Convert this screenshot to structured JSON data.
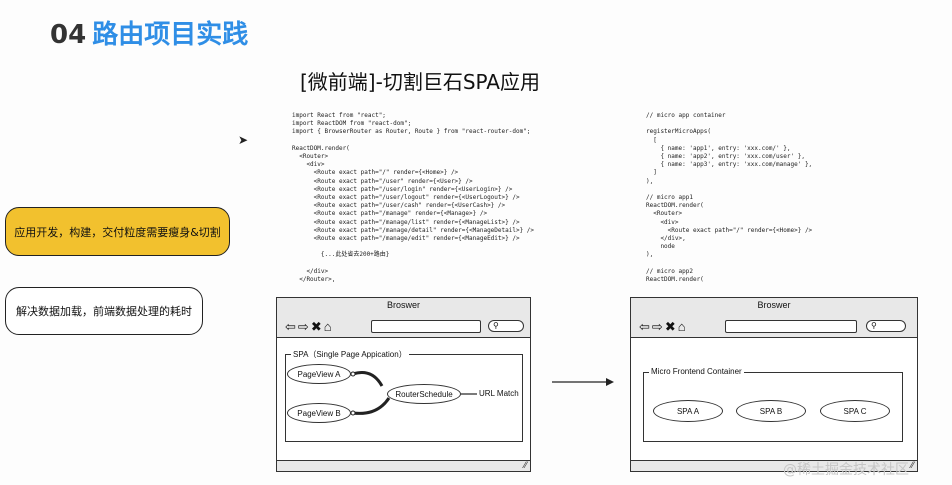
{
  "header": {
    "number": "04",
    "title": "路由项目实践"
  },
  "subtitle": "[微前端]-切割巨石SPA应用",
  "cursor_icon": "mouse-pointer",
  "callouts": [
    {
      "text": "应用开发，构建，交付粒度需要瘦身&切割",
      "color": "#f2c12e"
    },
    {
      "text": "解决数据加载，前端数据处理的耗时",
      "color": "#ffffff"
    }
  ],
  "code_left": [
    "import React from \"react\";",
    "import ReactDOM from \"react-dom\";",
    "import { BrowserRouter as Router, Route } from \"react-router-dom\";",
    "",
    "ReactDOM.render(",
    "  <Router>",
    "    <div>",
    "      <Route exact path=\"/\" render={<Home>} />",
    "      <Route exact path=\"/user\" render={<User>} />",
    "      <Route exact path=\"/user/login\" render={<UserLogin>} />",
    "      <Route exact path=\"/user/logout\" render={<UserLogout>} />",
    "      <Route exact path=\"/user/cash\" render={<UserCash>} />",
    "      <Route exact path=\"/manage\" render={<Manage>} />",
    "      <Route exact path=\"/manage/list\" render={<ManageList>} />",
    "      <Route exact path=\"/manage/detail\" render={<ManageDetail>} />",
    "      <Route exact path=\"/manage/edit\" render={<ManageEdit>} />",
    "",
    "        {...此处省去200+路由}",
    "",
    "    </div>",
    "  </Router>,"
  ],
  "code_right": [
    "// micro app container",
    "",
    "registerMicroApps(",
    "  [",
    "    { name: 'app1', entry: 'xxx.com/' },",
    "    { name: 'app2', entry: 'xxx.com/user' },",
    "    { name: 'app3', entry: 'xxx.com/manage' },",
    "  ]",
    "),",
    "",
    "// micro app1",
    "ReactDOM.render(",
    "  <Router>",
    "    <div>",
    "      <Route exact path=\"/\" render={<Home>} />",
    "    </div>,",
    "    node",
    "),",
    "",
    "// micro app2",
    "ReactDOM.render("
  ],
  "browser_left": {
    "title": "Broswer",
    "nav_icons": [
      "back-arrow-icon",
      "forward-arrow-icon",
      "close-x-icon",
      "home-icon"
    ],
    "frame_label": "SPA（Single Page Appication）",
    "page_a": "PageView A",
    "page_b": "PageView B",
    "router": "RouterSchedule",
    "url_match": "URL Match"
  },
  "browser_right": {
    "title": "Broswer",
    "nav_icons": [
      "back-arrow-icon",
      "forward-arrow-icon",
      "close-x-icon",
      "home-icon"
    ],
    "frame_label": "Micro Frontend Container",
    "spas": [
      "SPA A",
      "SPA B",
      "SPA C"
    ]
  },
  "watermark": "@稀土掘金技术社区"
}
